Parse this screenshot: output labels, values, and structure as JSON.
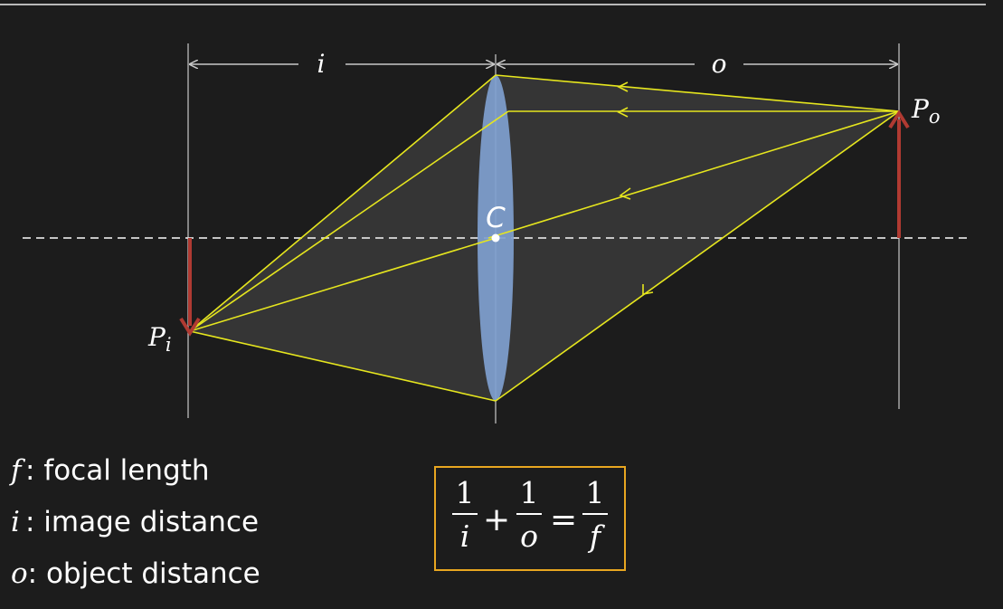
{
  "diagram": {
    "labels": {
      "image_distance": "i",
      "object_distance": "o",
      "center": "C",
      "object_point_base": "P",
      "object_point_sub": "o",
      "image_point_base": "P",
      "image_point_sub": "i"
    },
    "colors": {
      "background": "#1c1c1c",
      "rays": "#e6e61e",
      "arrows": "#b03a32",
      "lens": "#7f9fcf",
      "guides": "#c8c8c8",
      "formula_border": "#e8a620"
    }
  },
  "legend": [
    {
      "symbol": "f",
      "text": ": focal length"
    },
    {
      "symbol": "i",
      "text": ": image distance"
    },
    {
      "symbol": "o",
      "text": ": object distance"
    }
  ],
  "formula": {
    "term1": {
      "numerator": "1",
      "denominator": "i"
    },
    "plus": "+",
    "term2": {
      "numerator": "1",
      "denominator": "o"
    },
    "equals": "=",
    "term3": {
      "numerator": "1",
      "denominator": "f"
    }
  }
}
